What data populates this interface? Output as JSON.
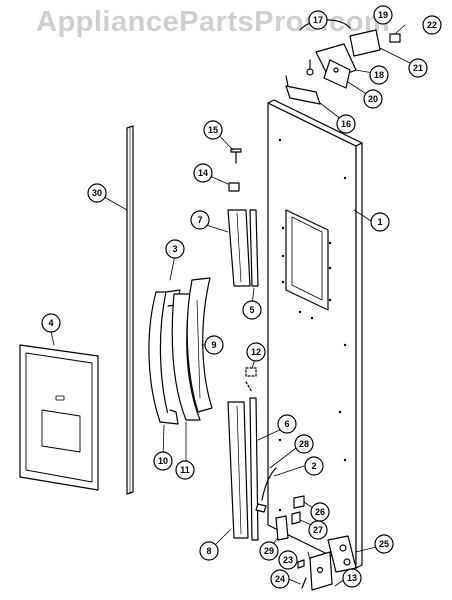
{
  "watermark": "AppliancePartsPros.com",
  "callouts": [
    {
      "id": "1",
      "label": "1"
    },
    {
      "id": "2",
      "label": "2"
    },
    {
      "id": "3",
      "label": "3"
    },
    {
      "id": "4",
      "label": "4"
    },
    {
      "id": "5",
      "label": "5"
    },
    {
      "id": "6",
      "label": "6"
    },
    {
      "id": "7",
      "label": "7"
    },
    {
      "id": "8",
      "label": "8"
    },
    {
      "id": "9",
      "label": "9"
    },
    {
      "id": "10",
      "label": "10"
    },
    {
      "id": "11",
      "label": "11"
    },
    {
      "id": "12",
      "label": "12"
    },
    {
      "id": "13",
      "label": "13"
    },
    {
      "id": "14",
      "label": "14"
    },
    {
      "id": "15",
      "label": "15"
    },
    {
      "id": "16",
      "label": "16"
    },
    {
      "id": "17",
      "label": "17"
    },
    {
      "id": "18",
      "label": "18"
    },
    {
      "id": "19",
      "label": "19"
    },
    {
      "id": "20",
      "label": "20"
    },
    {
      "id": "21",
      "label": "21"
    },
    {
      "id": "22",
      "label": "22"
    },
    {
      "id": "23",
      "label": "23"
    },
    {
      "id": "24",
      "label": "24"
    },
    {
      "id": "25",
      "label": "25"
    },
    {
      "id": "26",
      "label": "26"
    },
    {
      "id": "27",
      "label": "27"
    },
    {
      "id": "28",
      "label": "28"
    },
    {
      "id": "29",
      "label": "29"
    },
    {
      "id": "30",
      "label": "30"
    }
  ]
}
